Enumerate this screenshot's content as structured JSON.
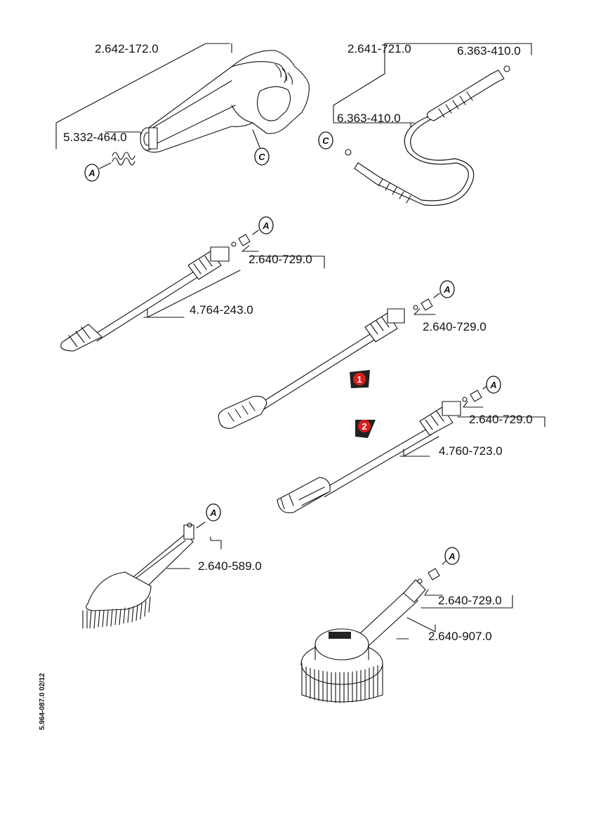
{
  "doc_ref": "5.964-087.0  02/12",
  "callouts": {
    "a": "A",
    "c": "C"
  },
  "badges": {
    "one": "1",
    "two": "2"
  },
  "part_numbers": {
    "gun": "2.642-172.0",
    "gun_spring": "5.332-464.0",
    "hose": "2.641-721.0",
    "hose_oring_top": "6.363-410.0",
    "hose_oring_left": "6.363-410.0",
    "lance1_oring": "2.640-729.0",
    "lance1": "4.764-243.0",
    "lance2_oring": "2.640-729.0",
    "lance3_oring": "2.640-729.0",
    "lance3": "4.760-723.0",
    "brush": "2.640-589.0",
    "rotary_oring": "2.640-729.0",
    "rotary_brush": "2.640-907.0"
  },
  "colors": {
    "line": "#111111",
    "badge_red": "#d81e1e",
    "badge_dark": "#222222"
  }
}
